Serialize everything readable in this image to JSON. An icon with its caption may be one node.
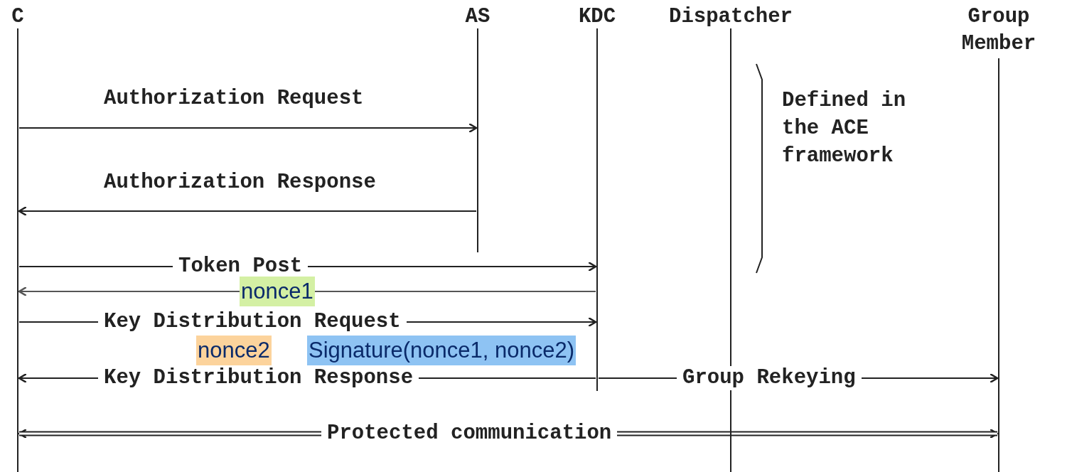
{
  "diagram": {
    "nodes": [
      {
        "text": [
          "C"
        ]
      },
      {
        "text": [
          "AS"
        ]
      },
      {
        "text": [
          "KDC"
        ]
      },
      {
        "text": [
          "Dispatcher"
        ]
      },
      {
        "text": [
          "Group Member"
        ]
      }
    ],
    "edges": [
      {
        "from": 0,
        "to": 1,
        "arrow": "to",
        "label": "Authorization Request"
      },
      {
        "from": 1,
        "to": 0,
        "arrow": "to",
        "label": "Authorization Response"
      },
      {
        "from": 0,
        "to": 2,
        "arrow": "to",
        "label": "Token Post"
      },
      {
        "from": 2,
        "to": 0,
        "arrow": "to",
        "label": "nonce1",
        "color": "#555555"
      },
      {
        "from": 0,
        "to": 2,
        "arrow": "to",
        "label": "Key Distribution Request"
      },
      {
        "from": 2,
        "to": 0,
        "arrow": "to",
        "label": "Key Distribution Response"
      },
      {
        "from": 2,
        "to": 4,
        "arrow": "to",
        "label": "Group Rekeying"
      },
      {
        "from": 0,
        "to": 4,
        "arrow": "both",
        "label": "Protected communication",
        "style": "thick"
      }
    ],
    "labels": [
      "Defined in the ACE framework",
      "nonce2",
      "Signature(nonce1, nonce2)"
    ]
  }
}
